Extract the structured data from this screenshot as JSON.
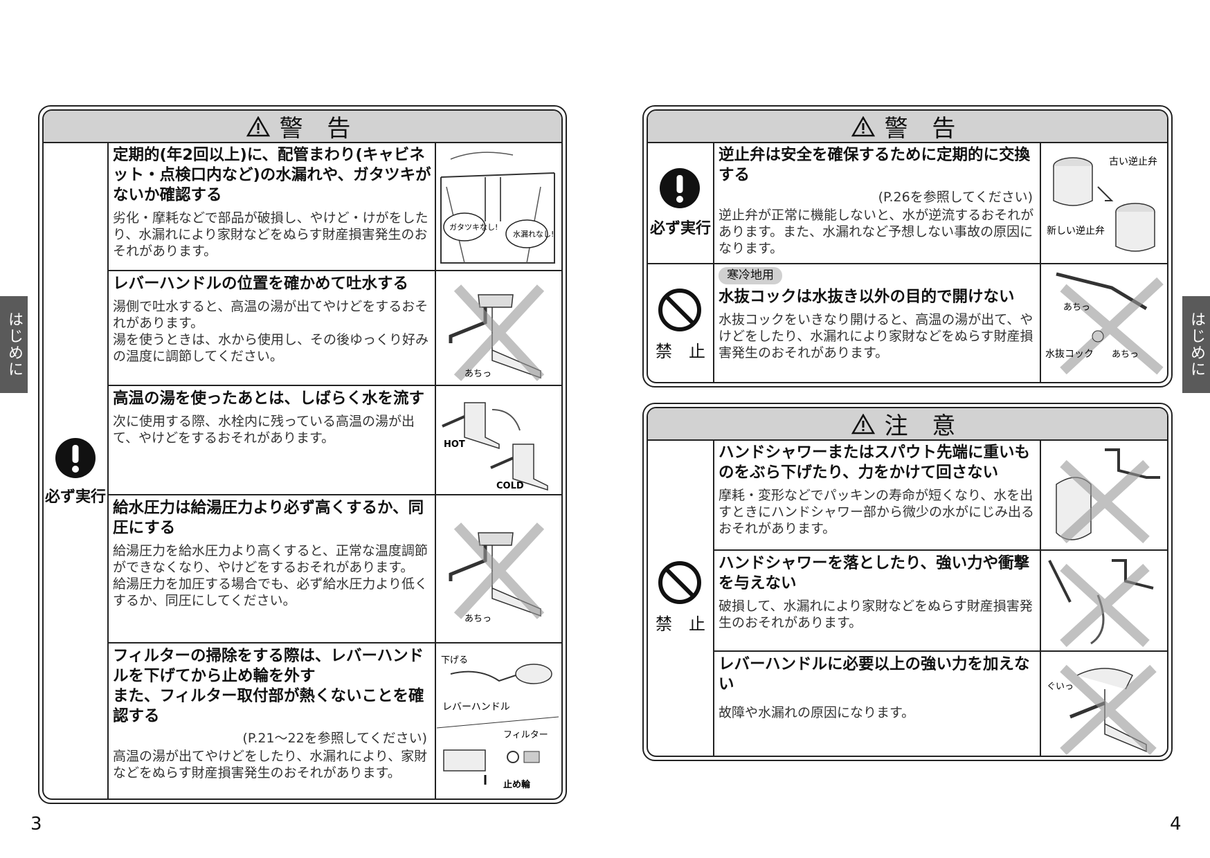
{
  "left_tab": "はじめに",
  "right_tab": "はじめに",
  "page_left": "3",
  "page_right": "4",
  "left": {
    "header": "警 告",
    "category": "必ず実行",
    "items": [
      {
        "title": "定期的(年2回以上)に、配管まわり(キャビネット・点検口内など)の水漏れや、ガタツキがないか確認する",
        "body": "劣化・摩耗などで部品が破損し、やけど・けがをしたり、水漏れにより家財などをぬらす財産損害発生のおそれがあります。",
        "img_labels": [
          "ガタツキなし!",
          "水漏れなし!"
        ]
      },
      {
        "title": "レバーハンドルの位置を確かめて吐水する",
        "body": "湯側で吐水すると、高温の湯が出てやけどをするおそれがあります。\n湯を使うときは、水から使用し、その後ゆっくり好みの温度に調節してください。",
        "img_labels": [
          "あちっ"
        ]
      },
      {
        "title": "高温の湯を使ったあとは、しばらく水を流す",
        "body": "次に使用する際、水栓内に残っている高温の湯が出て、やけどをするおそれがあります。",
        "img_labels": [
          "HOT",
          "COLD"
        ]
      },
      {
        "title": "給水圧力は給湯圧力より必ず高くするか、同圧にする",
        "body": "給湯圧力を給水圧力より高くすると、正常な温度調節ができなくなり、やけどをするおそれがあります。\n給湯圧力を加圧する場合でも、必ず給水圧力より低くするか、同圧にしてください。",
        "img_labels": [
          "あちっ"
        ]
      },
      {
        "title": "フィルターの掃除をする際は、レバーハンドルを下げてから止め輪を外す\nまた、フィルター取付部が熱くないことを確認する",
        "ref": "(P.21〜22を参照してください)",
        "body": "高温の湯が出てやけどをしたり、水漏れにより、家財などをぬらす財産損害発生のおそれがあります。",
        "img_labels": [
          "下げる",
          "レバーハンドル",
          "フィルター",
          "止め輪"
        ]
      }
    ]
  },
  "right_warning": {
    "header": "警 告",
    "items": [
      {
        "category": "必ず実行",
        "title": "逆止弁は安全を確保するために定期的に交換する",
        "ref": "(P.26を参照してください)",
        "body": "逆止弁が正常に機能しないと、水が逆流するおそれがあります。また、水漏れなど予想しない事故の原因になります。",
        "img_labels": [
          "古い逆止弁",
          "新しい逆止弁"
        ]
      },
      {
        "category": "禁　止",
        "tag": "寒冷地用",
        "title": "水抜コックは水抜き以外の目的で開けない",
        "body": "水抜コックをいきなり開けると、高温の湯が出て、やけどをしたり、水漏れにより家財などをぬらす財産損害発生のおそれがあります。",
        "img_labels": [
          "あちっ",
          "水抜コック",
          "あちっ"
        ]
      }
    ]
  },
  "right_caution": {
    "header": "注 意",
    "category": "禁　止",
    "items": [
      {
        "title": "ハンドシャワーまたはスパウト先端に重いものをぶら下げたり、力をかけて回さない",
        "body": "摩耗・変形などでパッキンの寿命が短くなり、水を出すときにハンドシャワー部から微少の水がにじみ出るおそれがあります。"
      },
      {
        "title": "ハンドシャワーを落としたり、強い力や衝撃を与えない",
        "body": "破損して、水漏れにより家財などをぬらす財産損害発生のおそれがあります。"
      },
      {
        "title": "レバーハンドルに必要以上の強い力を加えない",
        "body": "故障や水漏れの原因になります。",
        "img_labels": [
          "ぐいっ"
        ]
      }
    ]
  }
}
